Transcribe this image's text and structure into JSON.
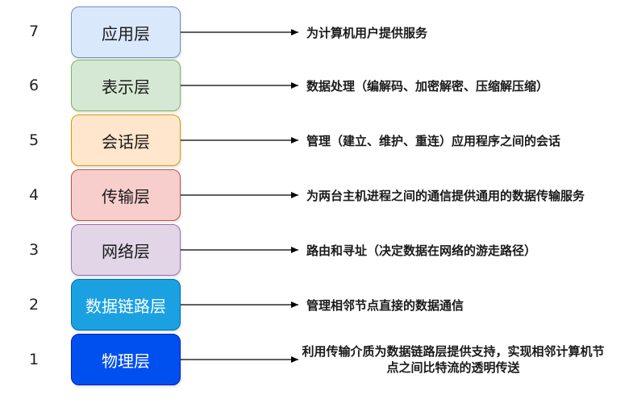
{
  "layers": [
    {
      "num": "7",
      "name": "应用层",
      "desc": "为计算机用户提供服务",
      "fill": "#dae8fc",
      "stroke": "#6c8ebf",
      "text_color": "#1a1a1a"
    },
    {
      "num": "6",
      "name": "表示层",
      "desc": "数据处理（编解码、加密解密、压缩解压缩）",
      "fill": "#d5e8d4",
      "stroke": "#82b366",
      "text_color": "#1a1a1a"
    },
    {
      "num": "5",
      "name": "会话层",
      "desc": "管理（建立、维护、重连）应用程序之间的会话",
      "fill": "#ffe6cc",
      "stroke": "#d79b00",
      "text_color": "#1a1a1a"
    },
    {
      "num": "4",
      "name": "传输层",
      "desc": "为两台主机进程之间的通信提供通用的数据传输服务",
      "fill": "#f8cecc",
      "stroke": "#b85450",
      "text_color": "#1a1a1a"
    },
    {
      "num": "3",
      "name": "网络层",
      "desc": "路由和寻址（决定数据在网络的游走路径）",
      "fill": "#e1d5e7",
      "stroke": "#9673a6",
      "text_color": "#1a1a1a"
    },
    {
      "num": "2",
      "name": "数据链路层",
      "desc": "管理相邻节点直接的数据通信",
      "fill": "#1ba1e2",
      "stroke": "#006eaf",
      "text_color": "#ffffff"
    },
    {
      "num": "1",
      "name": "物理层",
      "desc": "利用传输介质为数据链路层提供支持，实现相邻计算机节点之间比特流的透明传送",
      "fill": "#0050ef",
      "stroke": "#001dbc",
      "text_color": "#ffffff"
    }
  ]
}
